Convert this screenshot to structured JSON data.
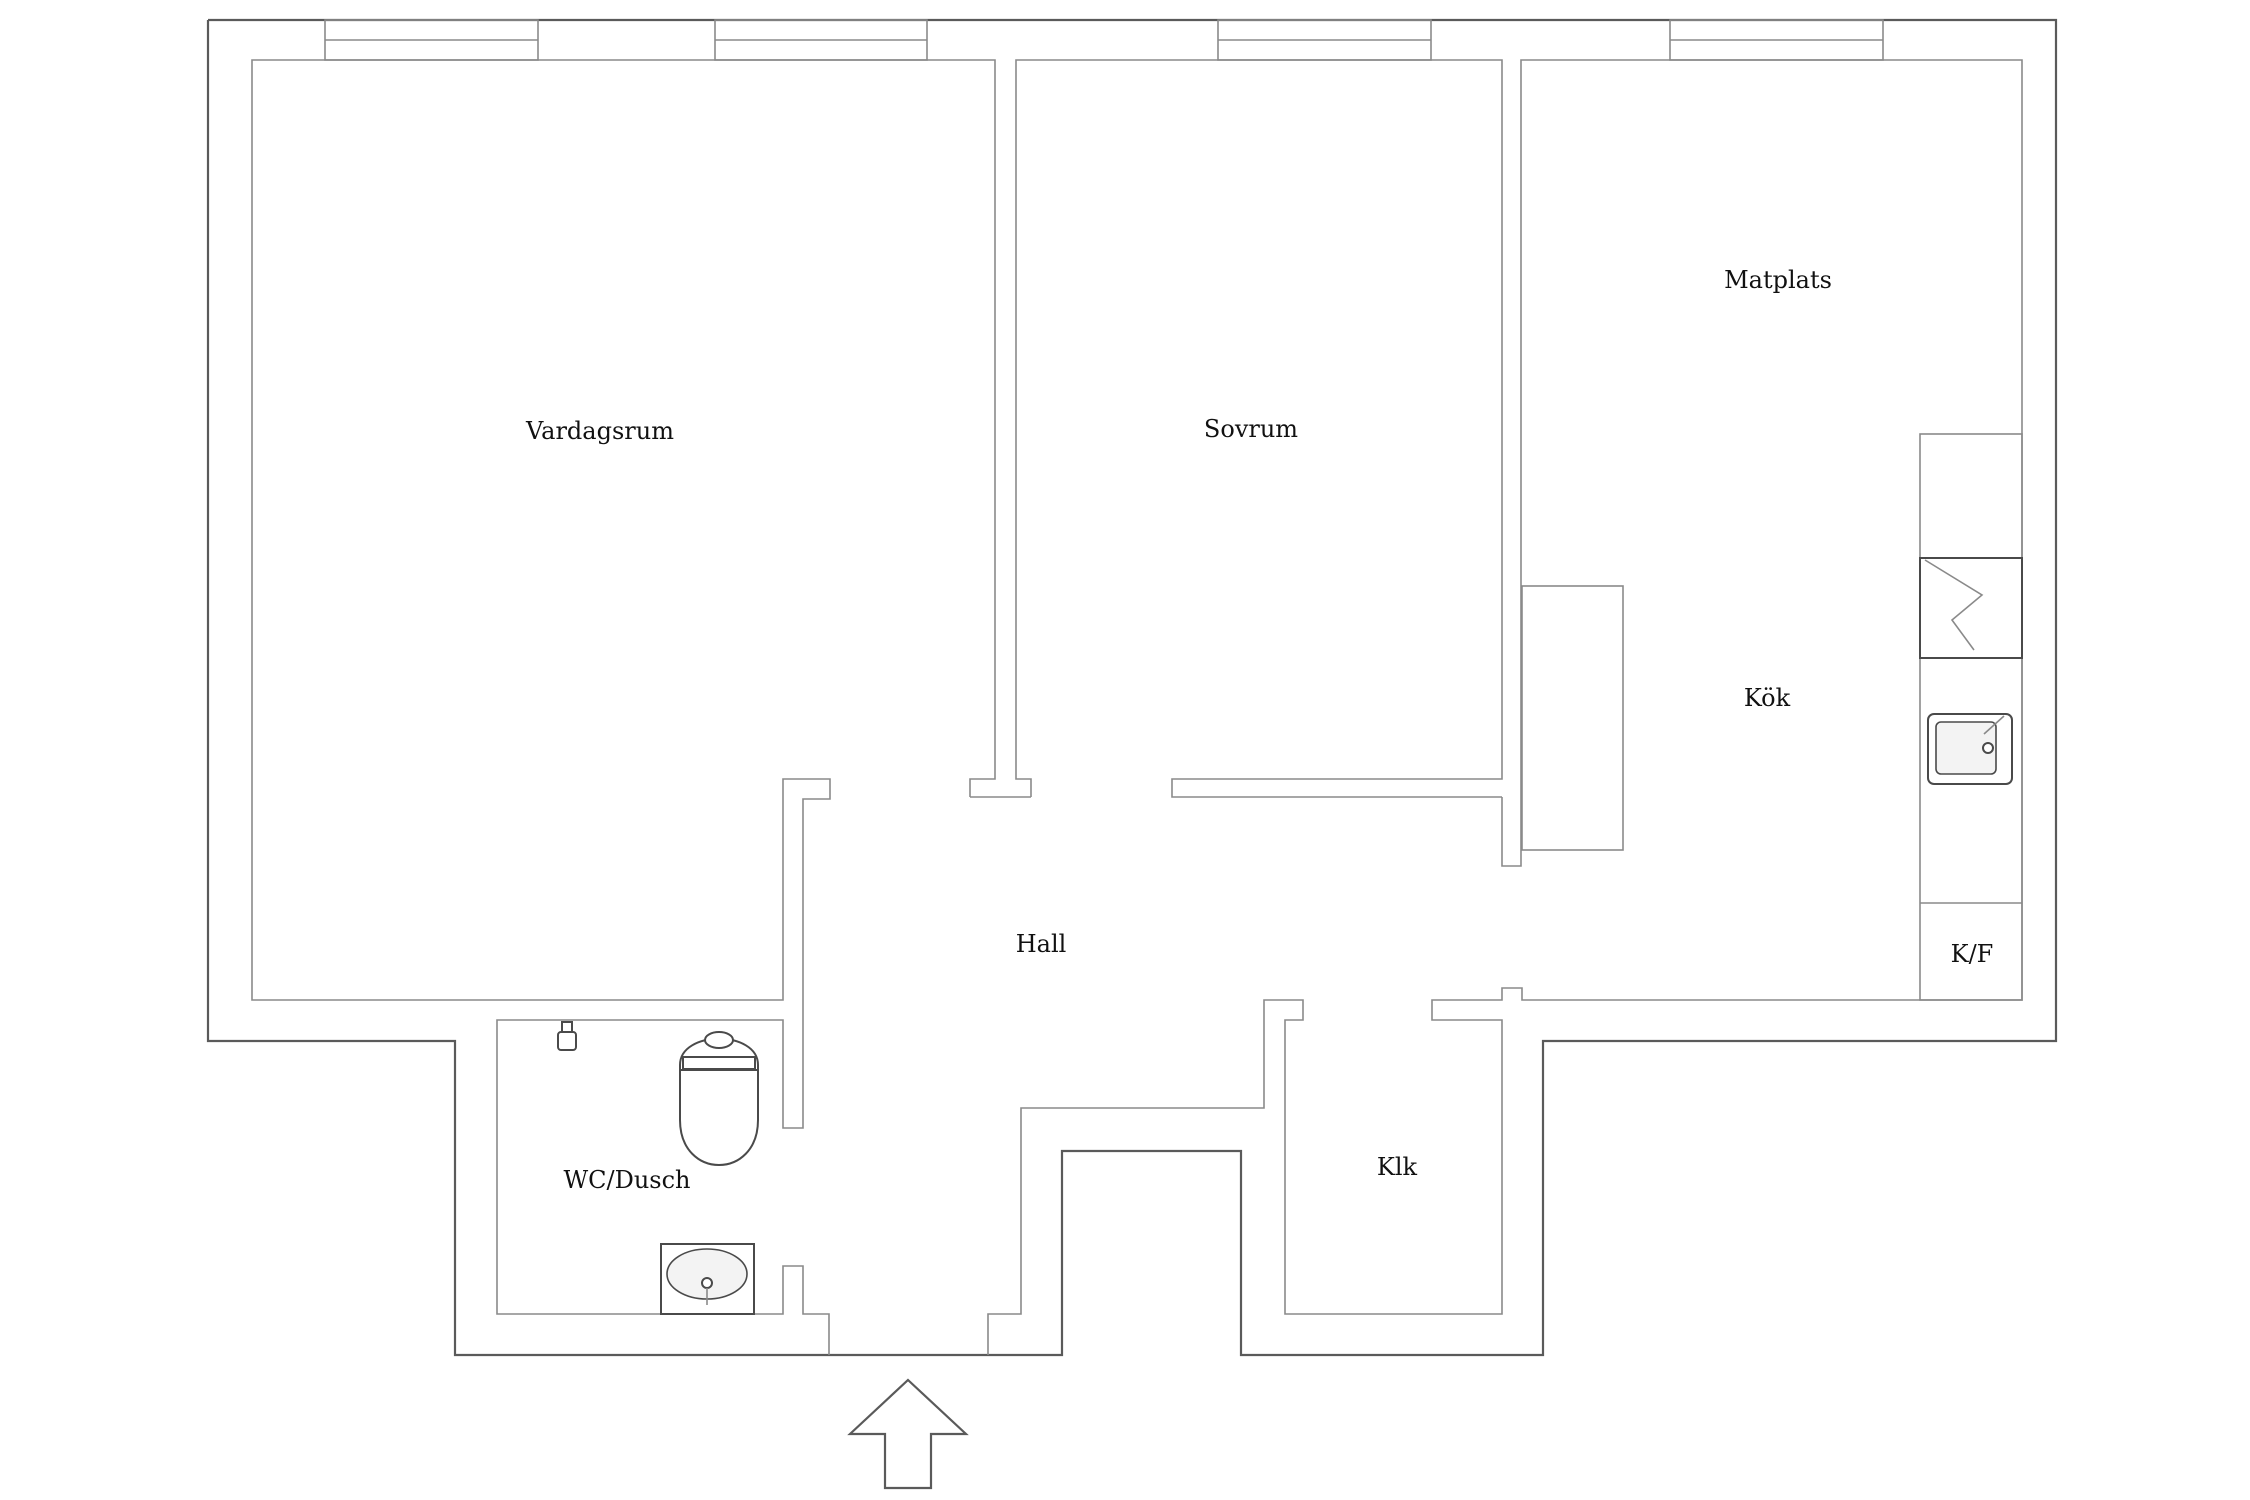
{
  "rooms": {
    "living": "Vardagsrum",
    "bedroom": "Sovrum",
    "dining": "Matplats",
    "kitchen": "Kök",
    "fridge_freezer": "K/F",
    "hall": "Hall",
    "bathroom": "WC/Dusch",
    "closet": "Klk"
  },
  "icons": {
    "entrance": "entrance-arrow-icon",
    "stove": "stove-icon",
    "sink": "kitchen-sink-icon",
    "toilet": "toilet-icon",
    "washbasin": "washbasin-icon",
    "shower": "shower-icon"
  },
  "colors": {
    "walls": "#5a5a5a",
    "background": "#ffffff",
    "text": "#111111"
  }
}
